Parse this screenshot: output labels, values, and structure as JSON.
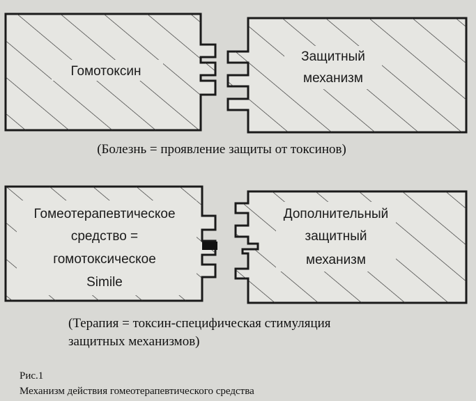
{
  "diagram1": {
    "left_label": "Гомотоксин",
    "right_label": [
      "Защитный",
      "механизм"
    ],
    "caption": "(Болезнь = проявление защиты от токсинов)"
  },
  "diagram2": {
    "left_label": [
      "Гомеотерапевтическое",
      "средство =",
      "гомотоксическое",
      "Simile"
    ],
    "right_label": [
      "Дополнительный",
      "защитный",
      "механизм"
    ],
    "caption": [
      "(Терапия = токсин-специфическая стимуляция",
      "защитных механизмов)"
    ]
  },
  "figure": {
    "number": "Рис.1",
    "title": "Механизм действия гомеотерапевтического средства"
  },
  "colors": {
    "ink": "#1a1a1a",
    "paper": "#d9d9d5",
    "box_fill": "#e6e6e2"
  }
}
